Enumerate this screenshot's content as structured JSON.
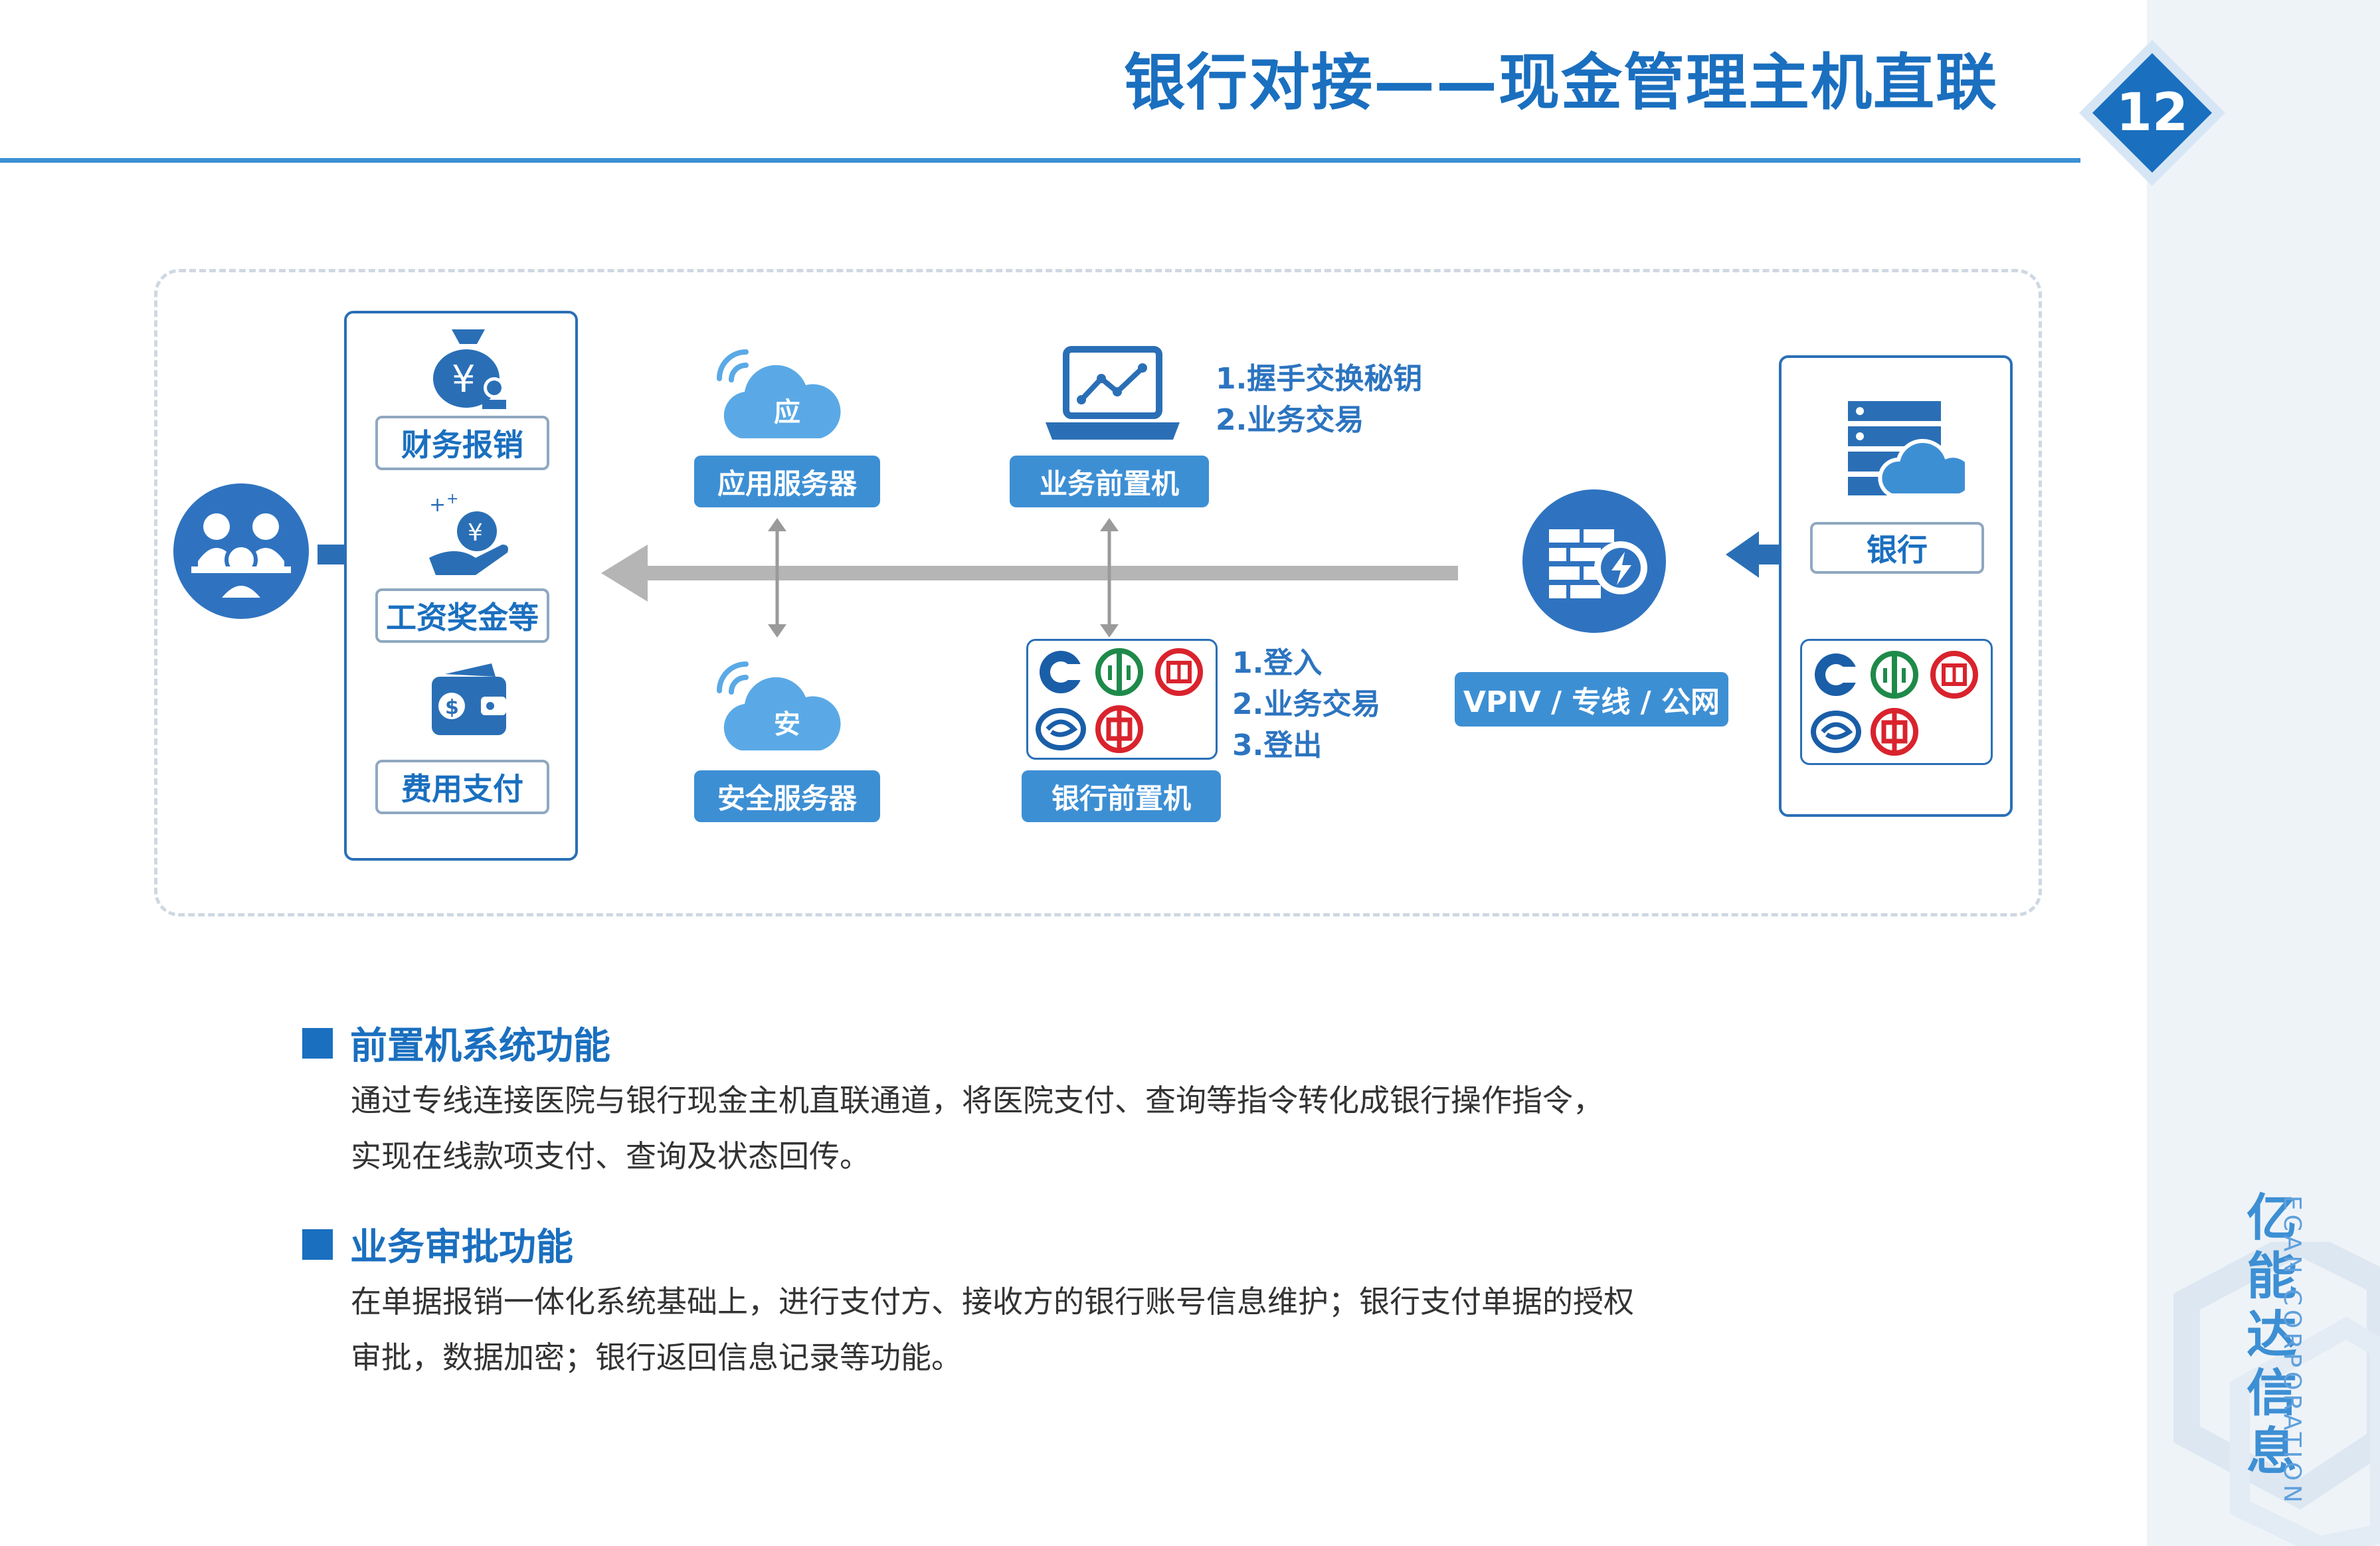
{
  "header": {
    "title": "银行对接——现金管理主机直联",
    "page_number": "12"
  },
  "diagram": {
    "left_panel": {
      "items": [
        {
          "label": "财务报销",
          "icon": "money-bag-yen-icon"
        },
        {
          "label": "工资奖金等",
          "icon": "hand-money-bag-icon"
        },
        {
          "label": "费用支付",
          "icon": "wallet-icon"
        }
      ]
    },
    "users_icon": "users-group-icon",
    "app_server": {
      "glyph": "应",
      "label": "应用服务器"
    },
    "security_server": {
      "glyph": "安",
      "label": "安全服务器"
    },
    "business_frontend": {
      "label": "业务前置机",
      "notes": [
        "1.握手交换秘钥",
        "2.业务交易"
      ]
    },
    "bank_frontend": {
      "label": "银行前置机",
      "notes": [
        "1.登入",
        "2.业务交易",
        "3.登出"
      ]
    },
    "firewall": {
      "label": "VPIV / 专线 / 公网",
      "icon": "firewall-icon"
    },
    "bank_panel": {
      "label": "银行",
      "icon": "bank-server-cloud-icon"
    },
    "colors": {
      "primary": "#1a6fbf",
      "accent": "#3d8fd4",
      "arrow_gray": "#b5b5b5"
    }
  },
  "sections": [
    {
      "heading": "前置机系统功能",
      "lines": [
        "通过专线连接医院与银行现金主机直联通道，将医院支付、查询等指令转化成银行操作指令，",
        "实现在线款项支付、查询及状态回传。"
      ]
    },
    {
      "heading": "业务审批功能",
      "lines": [
        "在单据报销一体化系统基础上，进行支付方、接收方的银行账号信息维护；银行支付单据的授权",
        "审批，数据加密；银行返回信息记录等功能。"
      ]
    }
  ],
  "brand": {
    "cn": "亿能达信息",
    "en": "ECAN CORPORATION"
  }
}
